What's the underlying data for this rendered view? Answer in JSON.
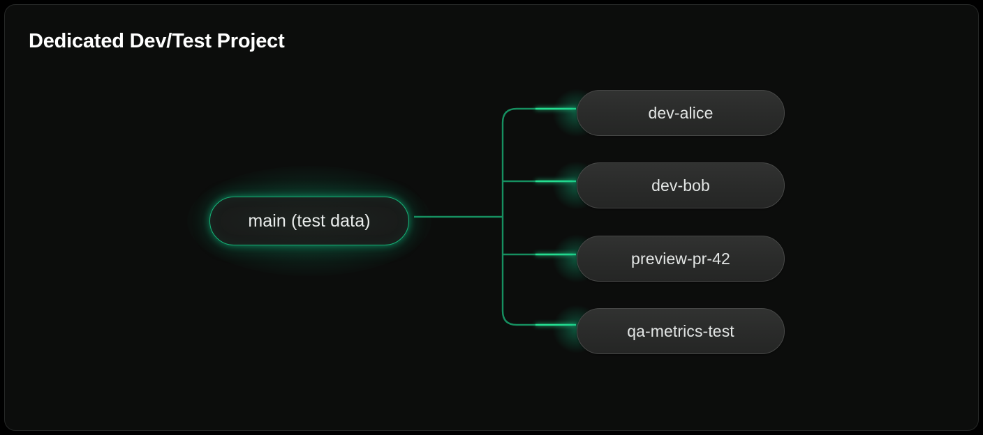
{
  "card": {
    "title": "Dedicated Dev/Test Project",
    "background": "#0c0d0c",
    "border_color": "#262827"
  },
  "colors": {
    "accent_green": "#10b981",
    "line_green": "#1a8a5c",
    "node_fill": "#2a2b2a",
    "node_border": "#474847",
    "text_primary": "#ffffff",
    "text_node": "#e3e6e5"
  },
  "diagram": {
    "type": "branch-tree",
    "root": {
      "label": "main (test data)",
      "highlighted": true
    },
    "branches": [
      {
        "label": "dev-alice"
      },
      {
        "label": "dev-bob"
      },
      {
        "label": "preview-pr-42"
      },
      {
        "label": "qa-metrics-test"
      }
    ]
  }
}
